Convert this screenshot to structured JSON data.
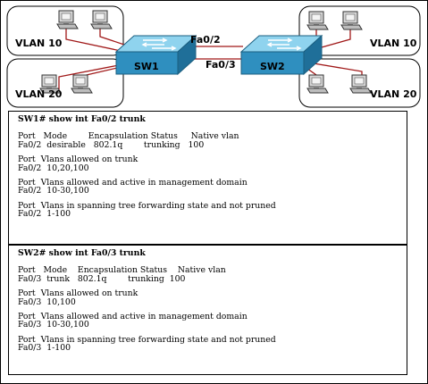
{
  "topology": {
    "vlans": {
      "sw1_top": "VLAN 10",
      "sw1_bottom": "VLAN 20",
      "sw2_top": "VLAN 10",
      "sw2_bottom": "VLAN 20"
    },
    "switches": {
      "sw1": "SW1",
      "sw2": "SW2"
    },
    "ports": {
      "upper_link": "Fa0/2",
      "lower_link": "Fa0/3"
    },
    "colors": {
      "switch_face": "#3aa0cc",
      "switch_top": "#8fd3ee",
      "cable": "#a01818",
      "pc": "#cccccc"
    }
  },
  "sw1_output": {
    "prompt": "SW1#",
    "command": "show int Fa0/2 trunk",
    "lines": [
      "Port   Mode        Encapsulation Status     Native vlan",
      "Fa0/2  desirable   802.1q        trunking   100",
      "",
      "Port  Vlans allowed on trunk",
      "Fa0/2  10,20,100",
      "",
      "Port  Vlans allowed and active in management domain",
      "Fa0/2  10-30,100",
      "",
      "Port  Vlans in spanning tree forwarding state and not pruned",
      "Fa0/2  1-100"
    ]
  },
  "sw2_output": {
    "prompt": "SW2#",
    "command": "show int Fa0/3 trunk",
    "lines": [
      "Port   Mode    Encapsulation Status    Native vlan",
      "Fa0/3  trunk   802.1q        trunking  100",
      "",
      "Port  Vlans allowed on trunk",
      "Fa0/3  10,100",
      "",
      "Port  Vlans allowed and active in management domain",
      "Fa0/3  10-30,100",
      "",
      "Port  Vlans in spanning tree forwarding state and not pruned",
      "Fa0/3  1-100"
    ]
  }
}
